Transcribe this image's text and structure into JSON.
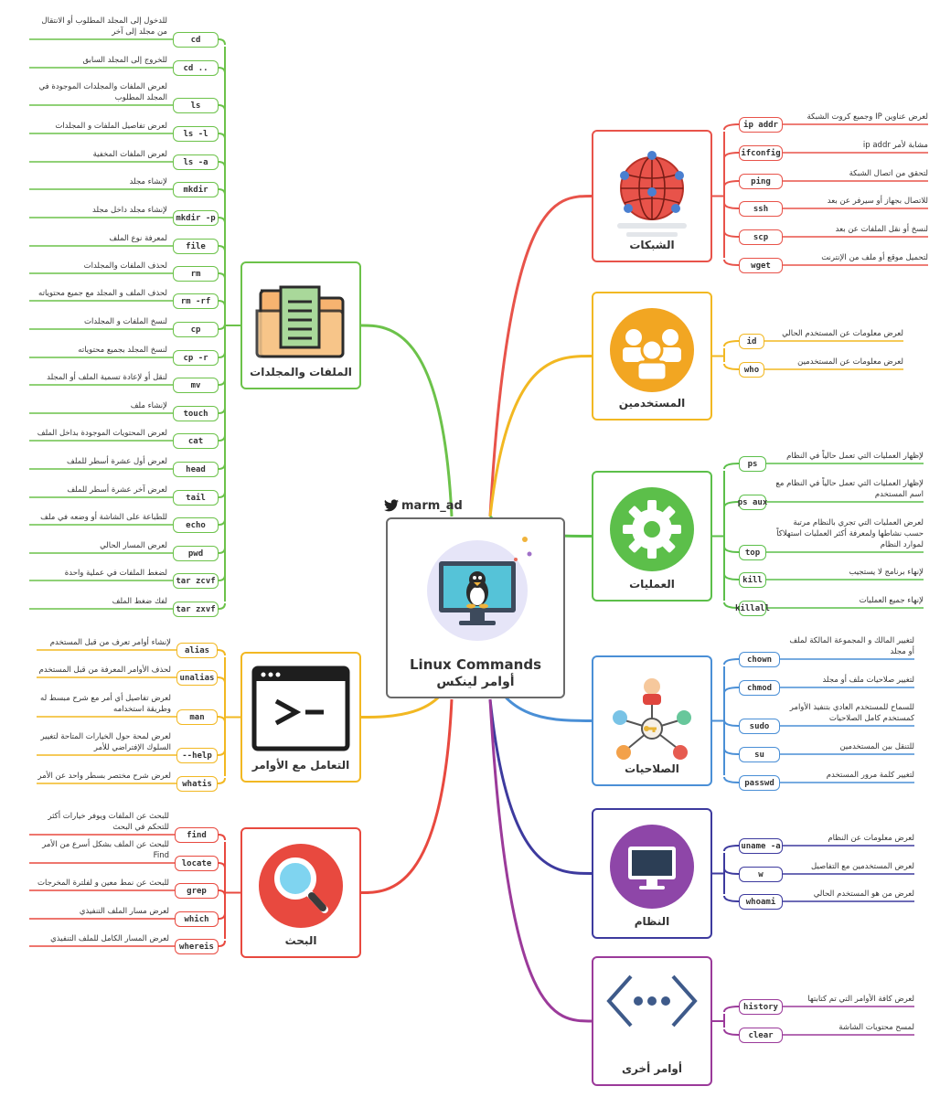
{
  "center": {
    "title": "Linux Commands",
    "subtitle": "أوامر لينكس",
    "handle": "marm_ad",
    "icon": "tux-monitor-icon"
  },
  "colors": {
    "files": "#6cc24a",
    "commands": "#f2b822",
    "search": "#e8493f",
    "networks": "#e8534a",
    "users": "#f2b822",
    "processes": "#5cbf4a",
    "permissions": "#4a8fd6",
    "system": "#3d3a9e",
    "other": "#9b3a9a"
  },
  "left": [
    {
      "key": "files",
      "label": "الملفات والمجلدات",
      "icon": "folder-document-icon",
      "commands": [
        {
          "cmd": "cd",
          "desc": "للدخول إلى المجلد المطلوب أو الانتقال من مجلد إلى آخر"
        },
        {
          "cmd": "cd ..",
          "desc": "للخروج إلى المجلد السابق"
        },
        {
          "cmd": "ls",
          "desc": "لعرض الملفات والمجلدات الموجودة في المجلد المطلوب"
        },
        {
          "cmd": "ls -l",
          "desc": "لعرض تفاصيل الملفات و المجلدات"
        },
        {
          "cmd": "ls -a",
          "desc": "لعرض الملفات المخفية"
        },
        {
          "cmd": "mkdir",
          "desc": "لإنشاء مجلد"
        },
        {
          "cmd": "mkdir -p",
          "desc": "لإنشاء مجلد داخل مجلد"
        },
        {
          "cmd": "file",
          "desc": "لمعرفة نوع الملف"
        },
        {
          "cmd": "rm",
          "desc": "لحذف الملفات والمجلدات"
        },
        {
          "cmd": "rm -rf",
          "desc": "لحذف الملف و المجلد مع جميع محتوياته"
        },
        {
          "cmd": "cp",
          "desc": "لنسخ الملفات و المجلدات"
        },
        {
          "cmd": "cp -r",
          "desc": "لنسخ المجلد بجميع محتوياته"
        },
        {
          "cmd": "mv",
          "desc": "لنقل أو لإعادة تسمية الملف أو المجلد"
        },
        {
          "cmd": "touch",
          "desc": "لإنشاء ملف"
        },
        {
          "cmd": "cat",
          "desc": "لعرض المحتويات الموجودة بداخل الملف"
        },
        {
          "cmd": "head",
          "desc": "لعرض أول عشرة أسطر للملف"
        },
        {
          "cmd": "tail",
          "desc": "لعرض آخر عشرة أسطر للملف"
        },
        {
          "cmd": "echo",
          "desc": "للطباعة على الشاشة أو وضعه في ملف"
        },
        {
          "cmd": "pwd",
          "desc": "لعرض المسار الحالي"
        },
        {
          "cmd": "tar zcvf",
          "desc": "لضغط الملفات في عملية واحدة"
        },
        {
          "cmd": "tar zxvf",
          "desc": "لفك ضغط الملف"
        }
      ]
    },
    {
      "key": "commands",
      "label": "التعامل مع الأوامر",
      "icon": "terminal-icon",
      "commands": [
        {
          "cmd": "alias",
          "desc": "لإنشاء أوامر تعرف من قبل المستخدم"
        },
        {
          "cmd": "unalias",
          "desc": "لحذف الأوامر المعرفة من قبل المستخدم"
        },
        {
          "cmd": "man",
          "desc": "لعرض تفاصيل أي أمر مع شرح مبسط له وطريقة استخدامه"
        },
        {
          "cmd": "--help",
          "desc": "لعرض لمحة حول الخيارات المتاحة لتغيير السلوك الإفتراضي للأمر"
        },
        {
          "cmd": "whatis",
          "desc": "لعرض شرح مختصر بسطر واحد عن الأمر"
        }
      ]
    },
    {
      "key": "search",
      "label": "البحث",
      "icon": "magnifier-icon",
      "commands": [
        {
          "cmd": "find",
          "desc": "للبحث عن الملفات ويوفر خيارات أكثر للتحكم في البحث"
        },
        {
          "cmd": "locate",
          "desc": "للبحث عن الملف بشكل أسرع من الأمر Find"
        },
        {
          "cmd": "grep",
          "desc": "للبحث عن نمط معين و لفلترة المخرجات"
        },
        {
          "cmd": "which",
          "desc": "لعرض مسار الملف التنفيذي"
        },
        {
          "cmd": "whereis",
          "desc": "لعرض المسار الكامل للملف التنفيذي"
        }
      ]
    }
  ],
  "right": [
    {
      "key": "networks",
      "label": "الشبكات",
      "icon": "globe-network-icon",
      "commands": [
        {
          "cmd": "ip addr",
          "desc": "لعرض عناوين IP وجميع كروت الشبكة"
        },
        {
          "cmd": "ifconfig",
          "desc": "مشابة لأمر ip addr"
        },
        {
          "cmd": "ping",
          "desc": "لتحقق من اتصال الشبكة"
        },
        {
          "cmd": "ssh",
          "desc": "للاتصال بجهاز أو سيرفر عن بعد"
        },
        {
          "cmd": "scp",
          "desc": "لنسخ أو نقل الملفات عن بعد"
        },
        {
          "cmd": "wget",
          "desc": "لتحميل موقع أو ملف من الإنترنت"
        }
      ]
    },
    {
      "key": "users",
      "label": "المستخدمين",
      "icon": "users-group-icon",
      "commands": [
        {
          "cmd": "id",
          "desc": "لعرض معلومات عن المستخدم الحالي"
        },
        {
          "cmd": "who",
          "desc": "لعرض معلومات عن المستخدمين"
        }
      ]
    },
    {
      "key": "processes",
      "label": "العمليات",
      "icon": "gear-icon",
      "commands": [
        {
          "cmd": "ps",
          "desc": "لإظهار العمليات التي تعمل حالياً في النظام"
        },
        {
          "cmd": "ps aux",
          "desc": "لإظهار العمليات التي تعمل حالياً في النظام مع اسم المستخدم"
        },
        {
          "cmd": "top",
          "desc": "لعرض العمليات التي تجري بالنظام مرتبة حسب نشاطها ولمعرفة أكثر العمليات استهلاكاً لموارد النظام"
        },
        {
          "cmd": "kill",
          "desc": "لإنهاء برنامج لا يستجيب"
        },
        {
          "cmd": "killall",
          "desc": "لإنهاء جميع العمليات"
        }
      ]
    },
    {
      "key": "permissions",
      "label": "الصلاحيات",
      "icon": "user-key-network-icon",
      "commands": [
        {
          "cmd": "chown",
          "desc": "لتغيير المالك و المجموعة المالكة لملف أو مجلد"
        },
        {
          "cmd": "chmod",
          "desc": "لتغيير صلاحيات ملف أو مجلد"
        },
        {
          "cmd": "sudo",
          "desc": "للسماح للمستخدم العادي بتنفيذ الأوامر كمستخدم كامل الصلاحيات"
        },
        {
          "cmd": "su",
          "desc": "للتنقل بين المستخدمين"
        },
        {
          "cmd": "passwd",
          "desc": "لتغيير كلمة مرور المستخدم"
        }
      ]
    },
    {
      "key": "system",
      "label": "النظام",
      "icon": "monitor-icon",
      "commands": [
        {
          "cmd": "uname -a",
          "desc": "لعرض معلومات عن النظام"
        },
        {
          "cmd": "w",
          "desc": "لعرض المستخدمين مع التفاصيل"
        },
        {
          "cmd": "whoami",
          "desc": "لعرض من هو المستخدم الحالي"
        }
      ]
    },
    {
      "key": "other",
      "label": "أوامر أخرى",
      "icon": "code-dots-icon",
      "commands": [
        {
          "cmd": "history",
          "desc": "لعرض كافة الأوامر التي تم كتابتها"
        },
        {
          "cmd": "clear",
          "desc": "لمسح محتويات الشاشة"
        }
      ]
    }
  ]
}
